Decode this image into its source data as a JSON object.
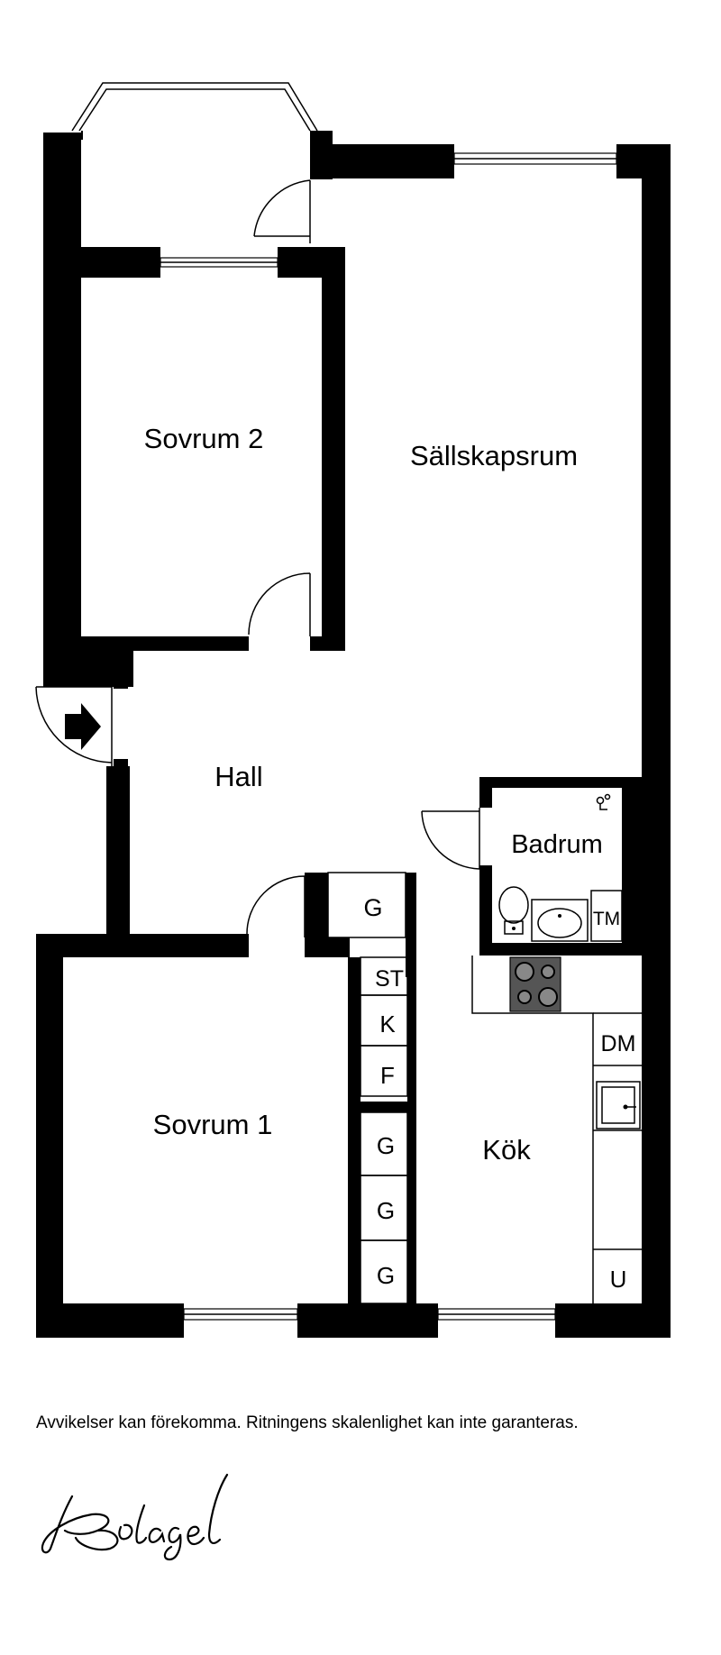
{
  "rooms": {
    "sovrum2": "Sovrum 2",
    "sallskapsrum": "Sällskapsrum",
    "hall": "Hall",
    "badrum": "Badrum",
    "sovrum1": "Sovrum 1",
    "kok": "Kök"
  },
  "fixtures": {
    "g_hall": "G",
    "st": "ST",
    "k": "K",
    "f": "F",
    "g1": "G",
    "g2": "G",
    "g3": "G",
    "tm": "TM",
    "dm": "DM",
    "u": "U"
  },
  "footer": {
    "disclaimer": "Avvikelser kan förekomma. Ritningens skalenlighet kan inte garanteras.",
    "logo_text": "Bolaget"
  },
  "icons": {
    "entrance": "entrance-arrow-icon",
    "stove": "stove-icon",
    "sink": "sink-icon",
    "toilet": "toilet-icon",
    "washbasin": "washbasin-icon",
    "shower": "shower-icon",
    "curtain": "curtain-icon",
    "logo": "bolaget-signature-logo"
  }
}
